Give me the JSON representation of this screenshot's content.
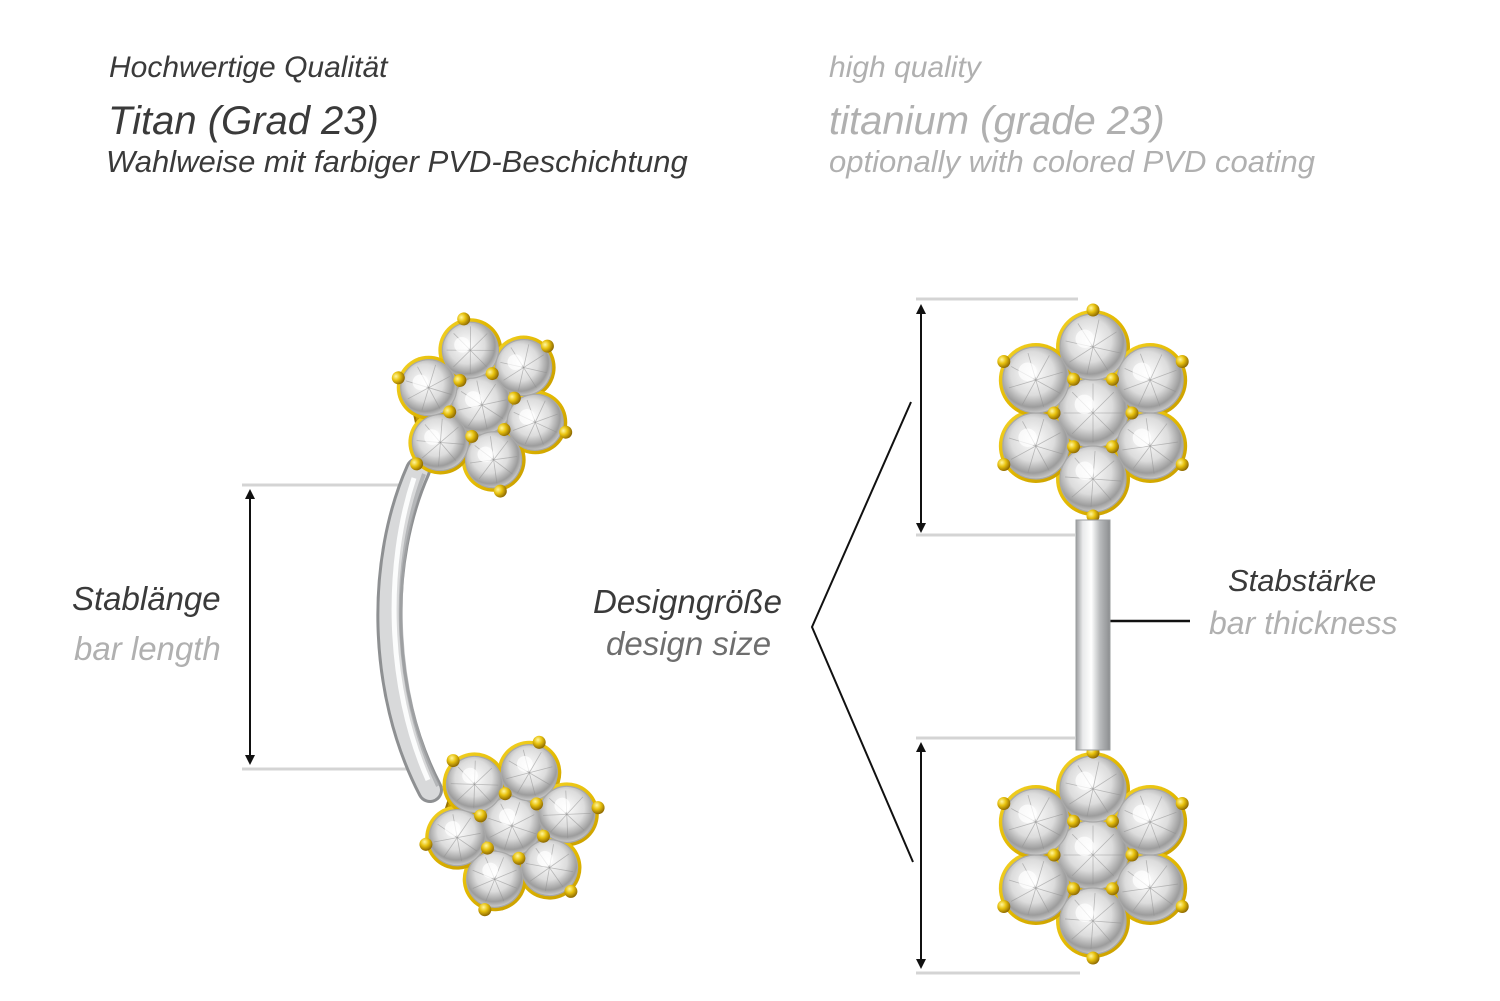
{
  "header": {
    "german": {
      "quality": "Hochwertige Qualität",
      "material": "Titan (Grad 23)",
      "coating": "Wahlweise mit farbiger PVD-Beschichtung"
    },
    "english": {
      "quality": "high quality",
      "material": "titanium (grade 23)",
      "coating": "optionally with colored PVD coating"
    }
  },
  "dimensions": {
    "bar_length": {
      "de": "Stablänge",
      "en": "bar length"
    },
    "design_size": {
      "de": "Designgröße",
      "en": "design size"
    },
    "bar_thickness": {
      "de": "Stabstärke",
      "en": "bar thickness"
    }
  },
  "product": {
    "name_icon": "flower-jewel-piercing",
    "gem_count_per_flower": 7,
    "colors": {
      "gold": "#e8c20e",
      "gold_dark": "#b08a00",
      "steel": "#c9cbcd",
      "gem": "#e6e6e6",
      "guide_line": "#d4d4d4",
      "arrow": "#111111"
    }
  }
}
